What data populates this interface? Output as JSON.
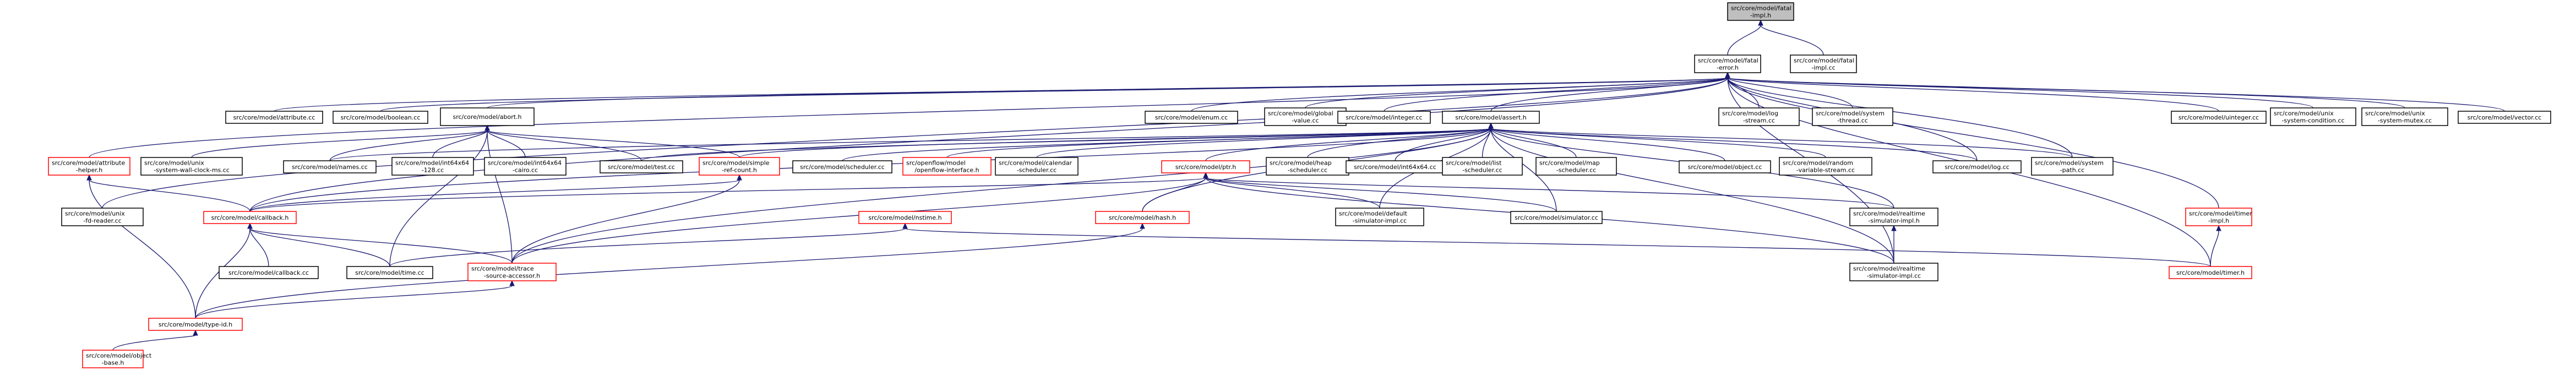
{
  "diagram": {
    "root": "fatal_impl",
    "colors": {
      "edge": "#191970",
      "normal_border": "#000000",
      "linked_border": "#ff0000",
      "root_fill": "#bfbfbf"
    },
    "nodes": [
      {
        "id": "fatal_impl",
        "lines": [
          "src/core/model/fatal",
          "-impl.h"
        ],
        "red": false,
        "root": true
      },
      {
        "id": "fatal_error",
        "lines": [
          "src/core/model/fatal",
          "-error.h"
        ],
        "red": false
      },
      {
        "id": "fatal_impl_cc",
        "lines": [
          "src/core/model/fatal",
          "-impl.cc"
        ],
        "red": false
      },
      {
        "id": "attribute_cc",
        "lines": [
          "src/core/model/attribute.cc"
        ],
        "red": false
      },
      {
        "id": "boolean_cc",
        "lines": [
          "src/core/model/boolean.cc"
        ],
        "red": false
      },
      {
        "id": "abort_h",
        "lines": [
          "src/core/model/abort.h"
        ],
        "red": false
      },
      {
        "id": "enum_cc",
        "lines": [
          "src/core/model/enum.cc"
        ],
        "red": false
      },
      {
        "id": "global_value",
        "lines": [
          "src/core/model/global",
          "-value.cc"
        ],
        "red": false
      },
      {
        "id": "integer_cc",
        "lines": [
          "src/core/model/integer.cc"
        ],
        "red": false
      },
      {
        "id": "assert_h",
        "lines": [
          "src/core/model/assert.h"
        ],
        "red": false
      },
      {
        "id": "log_stream",
        "lines": [
          "src/core/model/log",
          "-stream.cc"
        ],
        "red": false
      },
      {
        "id": "system_thread",
        "lines": [
          "src/core/model/system",
          "-thread.cc"
        ],
        "red": false
      },
      {
        "id": "uinteger_cc",
        "lines": [
          "src/core/model/uinteger.cc"
        ],
        "red": false
      },
      {
        "id": "unix_cond",
        "lines": [
          "src/core/model/unix",
          "-system-condition.cc"
        ],
        "red": false
      },
      {
        "id": "unix_mutex",
        "lines": [
          "src/core/model/unix",
          "-system-mutex.cc"
        ],
        "red": false
      },
      {
        "id": "vector_cc",
        "lines": [
          "src/core/model/vector.cc"
        ],
        "red": false
      },
      {
        "id": "attribute_helper",
        "lines": [
          "src/core/model/attribute",
          "-helper.h"
        ],
        "red": true
      },
      {
        "id": "unix_wall",
        "lines": [
          "src/core/model/unix",
          "-system-wall-clock-ms.cc"
        ],
        "red": false
      },
      {
        "id": "names_cc",
        "lines": [
          "src/core/model/names.cc"
        ],
        "red": false
      },
      {
        "id": "int64x64_128",
        "lines": [
          "src/core/model/int64x64",
          "-128.cc"
        ],
        "red": false
      },
      {
        "id": "int64x64_cairo",
        "lines": [
          "src/core/model/int64x64",
          "-cairo.cc"
        ],
        "red": false
      },
      {
        "id": "test_cc",
        "lines": [
          "src/core/model/test.cc"
        ],
        "red": false
      },
      {
        "id": "simple_ref",
        "lines": [
          "src/core/model/simple",
          "-ref-count.h"
        ],
        "red": true
      },
      {
        "id": "scheduler_cc",
        "lines": [
          "src/core/model/scheduler.cc"
        ],
        "red": false
      },
      {
        "id": "openflow",
        "lines": [
          "src/openflow/model",
          "/openflow-interface.h"
        ],
        "red": true
      },
      {
        "id": "calendar",
        "lines": [
          "src/core/model/calendar",
          "-scheduler.cc"
        ],
        "red": false
      },
      {
        "id": "ptr_h",
        "lines": [
          "src/core/model/ptr.h"
        ],
        "red": true
      },
      {
        "id": "heap_sched",
        "lines": [
          "src/core/model/heap",
          "-scheduler.cc"
        ],
        "red": false
      },
      {
        "id": "int64x64_cc",
        "lines": [
          "src/core/model/int64x64.cc"
        ],
        "red": false
      },
      {
        "id": "list_sched",
        "lines": [
          "src/core/model/list",
          "-scheduler.cc"
        ],
        "red": false
      },
      {
        "id": "map_sched",
        "lines": [
          "src/core/model/map",
          "-scheduler.cc"
        ],
        "red": false
      },
      {
        "id": "object_cc",
        "lines": [
          "src/core/model/object.cc"
        ],
        "red": false
      },
      {
        "id": "random_var",
        "lines": [
          "src/core/model/random",
          "-variable-stream.cc"
        ],
        "red": false
      },
      {
        "id": "log_cc",
        "lines": [
          "src/core/model/log.cc"
        ],
        "red": false
      },
      {
        "id": "system_path",
        "lines": [
          "src/core/model/system",
          "-path.cc"
        ],
        "red": false
      },
      {
        "id": "unix_fd",
        "lines": [
          "src/core/model/unix",
          "-fd-reader.cc"
        ],
        "red": false
      },
      {
        "id": "callback_h",
        "lines": [
          "src/core/model/callback.h"
        ],
        "red": true
      },
      {
        "id": "nstime_h",
        "lines": [
          "src/core/model/nstime.h"
        ],
        "red": true
      },
      {
        "id": "hash_h",
        "lines": [
          "src/core/model/hash.h"
        ],
        "red": true
      },
      {
        "id": "default_sim",
        "lines": [
          "src/core/model/default",
          "-simulator-impl.cc"
        ],
        "red": false
      },
      {
        "id": "simulator_cc",
        "lines": [
          "src/core/model/simulator.cc"
        ],
        "red": false
      },
      {
        "id": "realtime_sim_h",
        "lines": [
          "src/core/model/realtime",
          "-simulator-impl.h"
        ],
        "red": false
      },
      {
        "id": "timer_impl",
        "lines": [
          "src/core/model/timer",
          "-impl.h"
        ],
        "red": true
      },
      {
        "id": "callback_cc",
        "lines": [
          "src/core/model/callback.cc"
        ],
        "red": false
      },
      {
        "id": "time_cc",
        "lines": [
          "src/core/model/time.cc"
        ],
        "red": false
      },
      {
        "id": "trace_src",
        "lines": [
          "src/core/model/trace",
          "-source-accessor.h"
        ],
        "red": true
      },
      {
        "id": "realtime_sim_cc",
        "lines": [
          "src/core/model/realtime",
          "-simulator-impl.cc"
        ],
        "red": false
      },
      {
        "id": "timer_h",
        "lines": [
          "src/core/model/timer.h"
        ],
        "red": true
      },
      {
        "id": "type_id",
        "lines": [
          "src/core/model/type-id.h"
        ],
        "red": true
      },
      {
        "id": "object_base",
        "lines": [
          "src/core/model/object",
          "-base.h"
        ],
        "red": true
      }
    ],
    "edges": [
      [
        "fatal_error",
        "fatal_impl"
      ],
      [
        "fatal_impl_cc",
        "fatal_impl"
      ],
      [
        "attribute_cc",
        "fatal_error"
      ],
      [
        "boolean_cc",
        "fatal_error"
      ],
      [
        "abort_h",
        "fatal_error"
      ],
      [
        "enum_cc",
        "fatal_error"
      ],
      [
        "global_value",
        "fatal_error"
      ],
      [
        "integer_cc",
        "fatal_error"
      ],
      [
        "assert_h",
        "fatal_error"
      ],
      [
        "log_stream",
        "fatal_error"
      ],
      [
        "system_thread",
        "fatal_error"
      ],
      [
        "uinteger_cc",
        "fatal_error"
      ],
      [
        "unix_cond",
        "fatal_error"
      ],
      [
        "unix_mutex",
        "fatal_error"
      ],
      [
        "vector_cc",
        "fatal_error"
      ],
      [
        "attribute_helper",
        "fatal_error"
      ],
      [
        "unix_fd",
        "fatal_error"
      ],
      [
        "callback_h",
        "fatal_error"
      ],
      [
        "log_cc",
        "fatal_error"
      ],
      [
        "system_path",
        "fatal_error"
      ],
      [
        "timer_impl",
        "fatal_error"
      ],
      [
        "timer_h",
        "fatal_error"
      ],
      [
        "realtime_sim_cc",
        "fatal_error"
      ],
      [
        "unix_wall",
        "abort_h"
      ],
      [
        "names_cc",
        "abort_h"
      ],
      [
        "int64x64_128",
        "abort_h"
      ],
      [
        "int64x64_cairo",
        "abort_h"
      ],
      [
        "test_cc",
        "abort_h"
      ],
      [
        "simple_ref",
        "abort_h"
      ],
      [
        "time_cc",
        "abort_h"
      ],
      [
        "trace_src",
        "abort_h"
      ],
      [
        "names_cc",
        "assert_h"
      ],
      [
        "test_cc",
        "assert_h"
      ],
      [
        "simple_ref",
        "assert_h"
      ],
      [
        "scheduler_cc",
        "assert_h"
      ],
      [
        "openflow",
        "assert_h"
      ],
      [
        "calendar",
        "assert_h"
      ],
      [
        "ptr_h",
        "assert_h"
      ],
      [
        "heap_sched",
        "assert_h"
      ],
      [
        "int64x64_cc",
        "assert_h"
      ],
      [
        "list_sched",
        "assert_h"
      ],
      [
        "map_sched",
        "assert_h"
      ],
      [
        "object_cc",
        "assert_h"
      ],
      [
        "random_var",
        "assert_h"
      ],
      [
        "log_cc",
        "assert_h"
      ],
      [
        "system_path",
        "assert_h"
      ],
      [
        "hash_h",
        "assert_h"
      ],
      [
        "default_sim",
        "assert_h"
      ],
      [
        "simulator_cc",
        "assert_h"
      ],
      [
        "realtime_sim_h",
        "assert_h"
      ],
      [
        "realtime_sim_cc",
        "assert_h"
      ],
      [
        "callback_h",
        "assert_h"
      ],
      [
        "trace_src",
        "assert_h"
      ],
      [
        "callback_h",
        "attribute_helper"
      ],
      [
        "type_id",
        "attribute_helper"
      ],
      [
        "callback_h",
        "simple_ref"
      ],
      [
        "trace_src",
        "simple_ref"
      ],
      [
        "callback_h",
        "ptr_h"
      ],
      [
        "hash_h",
        "ptr_h"
      ],
      [
        "default_sim",
        "ptr_h"
      ],
      [
        "simulator_cc",
        "ptr_h"
      ],
      [
        "realtime_sim_h",
        "ptr_h"
      ],
      [
        "realtime_sim_cc",
        "ptr_h"
      ],
      [
        "trace_src",
        "ptr_h"
      ],
      [
        "callback_cc",
        "callback_h"
      ],
      [
        "time_cc",
        "callback_h"
      ],
      [
        "trace_src",
        "callback_h"
      ],
      [
        "type_id",
        "callback_h"
      ],
      [
        "timer_h",
        "nstime_h"
      ],
      [
        "time_cc",
        "nstime_h"
      ],
      [
        "type_id",
        "hash_h"
      ],
      [
        "realtime_sim_cc",
        "realtime_sim_h"
      ],
      [
        "timer_h",
        "timer_impl"
      ],
      [
        "type_id",
        "trace_src"
      ],
      [
        "object_base",
        "type_id"
      ]
    ]
  }
}
